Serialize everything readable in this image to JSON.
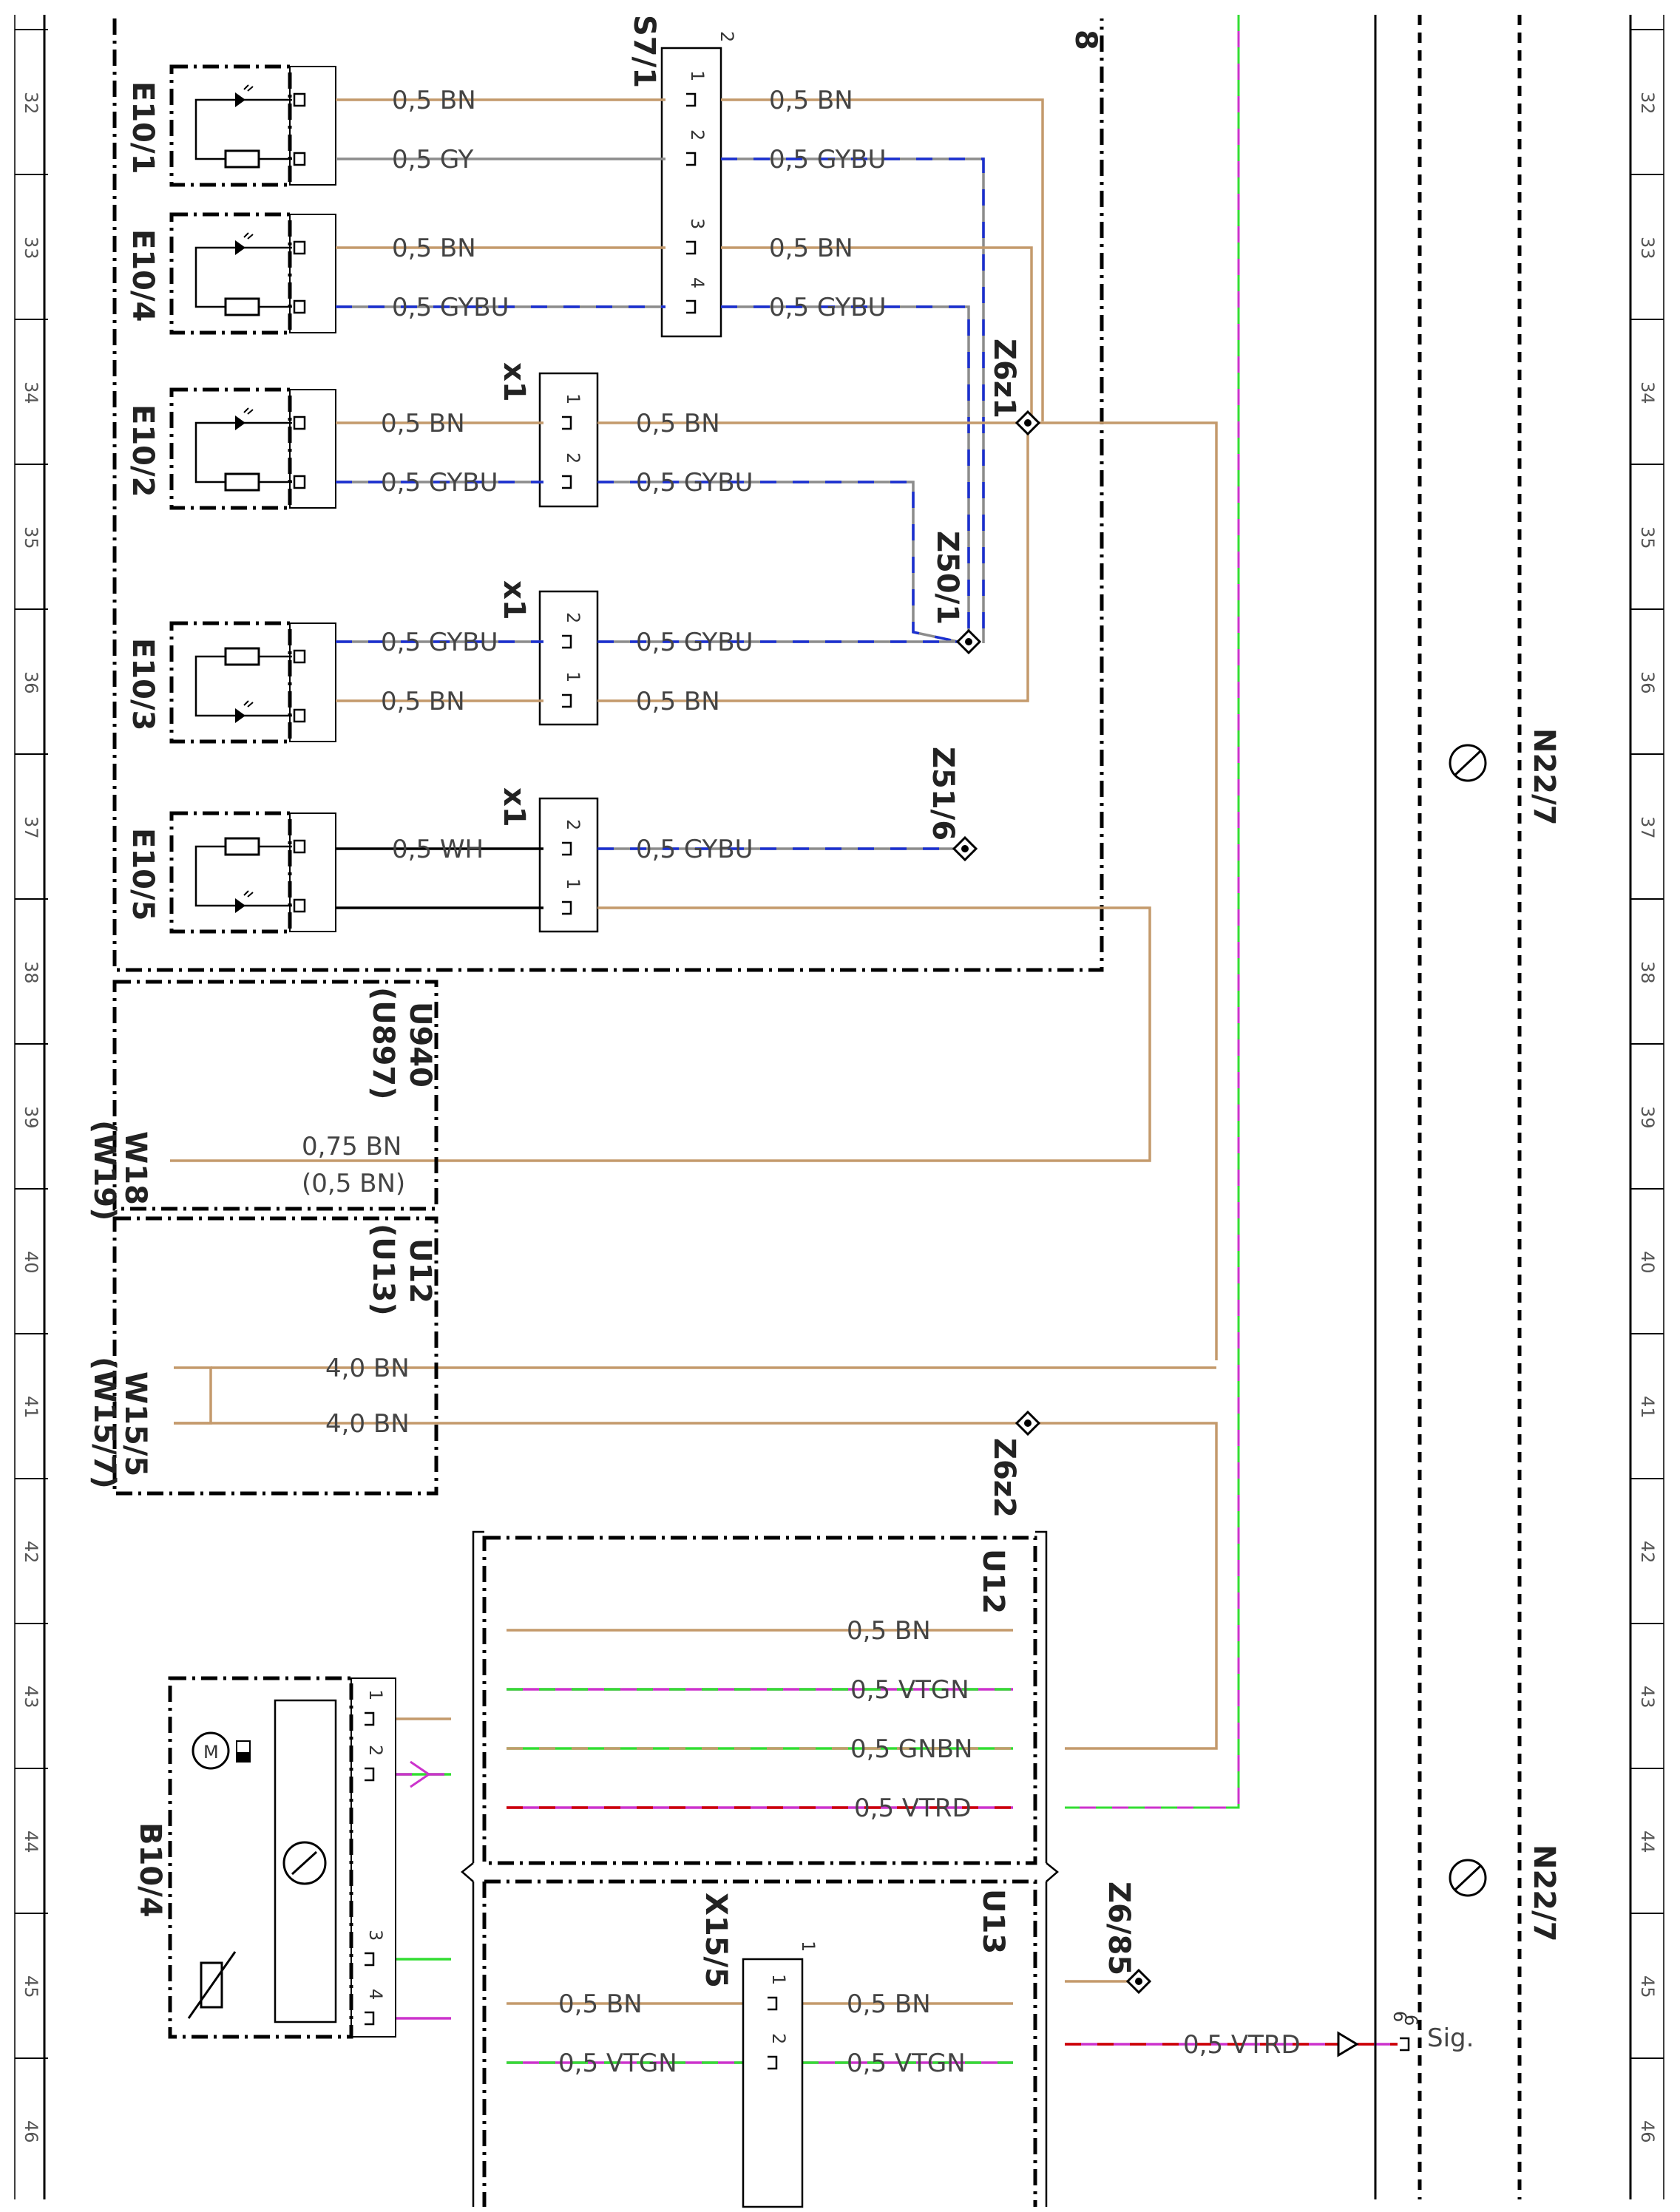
{
  "grid_rows": [
    "32",
    "33",
    "34",
    "35",
    "36",
    "37",
    "38",
    "39",
    "40",
    "41",
    "42",
    "43",
    "44",
    "45",
    "46"
  ],
  "colors": {
    "BN": "#c49a6c",
    "GY": "#8c8c8c",
    "BU": "#1a2fd0",
    "WH": "#000000",
    "VT": "#cc33cc",
    "GN": "#33dd33",
    "RD": "#cc0000"
  },
  "components": {
    "e10_1": "E10/1",
    "e10_4": "E10/4",
    "e10_2": "E10/2",
    "e10_3": "E10/3",
    "e10_5": "E10/5",
    "s7_1": "S7/1",
    "x1_a": "x1",
    "x1_b": "x1",
    "x1_c": "x1",
    "u940": "U940",
    "u897": "(U897)",
    "w18": "W18",
    "w19": "(W19)",
    "u12_top": "U12",
    "u13_top": "(U13)",
    "w15_5": "W15/5",
    "w15_7": "(W15/7)",
    "u12_box": "U12",
    "u13_box": "U13",
    "b10_4": "B10/4",
    "x15_5": "X15/5",
    "n22_7_a": "N22/7",
    "n22_7_b": "N22/7",
    "page_ref": "8"
  },
  "junctions": {
    "z6z1": "Z6z1",
    "z50_1": "Z50/1",
    "z51_6": "Z51/6",
    "z6z2": "Z6z2",
    "z6_85": "Z6/85"
  },
  "wires": {
    "w01": "0,5 BN",
    "w02": "0,5 BN",
    "w03": "0,5 GY",
    "w04": "0,5 GYBU",
    "w05": "0,5 BN",
    "w06": "0,5 BN",
    "w07": "0,5 GYBU",
    "w08": "0,5 GYBU",
    "w09": "0,5 BN",
    "w10": "0,5 BN",
    "w11": "0,5 GYBU",
    "w12": "0,5 GYBU",
    "w13": "0,5 GYBU",
    "w14": "0,5 GYBU",
    "w15": "0,5 BN",
    "w16": "0,5 BN",
    "w17": "0,5 WH",
    "w18": "0,5 GYBU",
    "w19": "0,75 BN",
    "w20": "(0,5 BN)",
    "w21": "4,0 BN",
    "w22": "4,0 BN",
    "w23": "0,5 BN",
    "w24": "0,5 VTGN",
    "w25": "0,5 GNBN",
    "w26": "0,5 VTRD",
    "w27": "0,5 BN",
    "w28": "0,5 BN",
    "w29": "0,5 VTGN",
    "w30": "0,5 VTGN",
    "w31": "0,5 VTRD"
  },
  "pins": {
    "p_1": "1",
    "p_2": "2",
    "p_3": "3",
    "p_4": "4",
    "p_6": "6",
    "sig": "Sig."
  }
}
